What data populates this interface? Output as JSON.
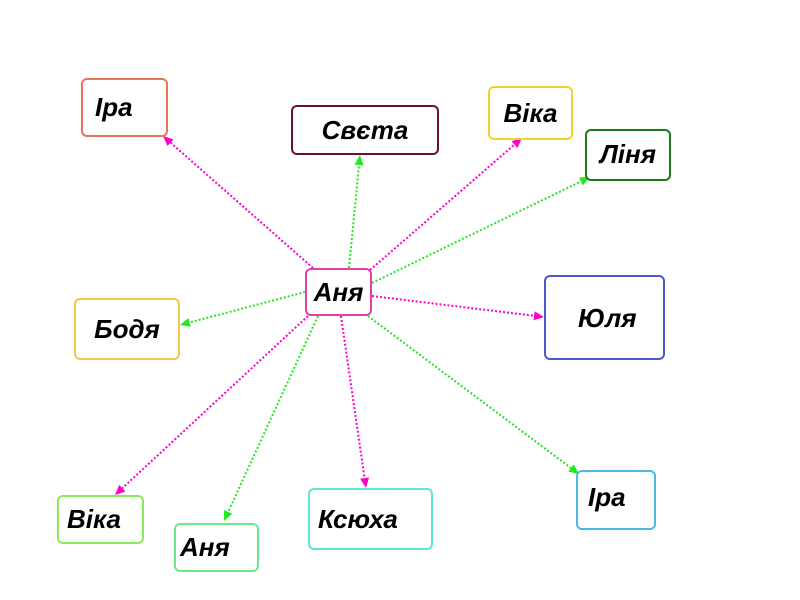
{
  "nodes": [
    {
      "id": "center",
      "label": "Аня",
      "color": "#e040a8"
    },
    {
      "id": "ira_top",
      "label": "Іра",
      "color": "#e8735a"
    },
    {
      "id": "sveta",
      "label": "Свєта",
      "color": "#6a1038"
    },
    {
      "id": "vika_top",
      "label": "Віка",
      "color": "#f2d22e"
    },
    {
      "id": "linia",
      "label": "Ліня",
      "color": "#1a7a1a"
    },
    {
      "id": "bodia",
      "label": "Бодя",
      "color": "#f2c94c"
    },
    {
      "id": "yulia",
      "label": "Юля",
      "color": "#4a5ac8"
    },
    {
      "id": "vika_bottom",
      "label": "Віка",
      "color": "#8aea5a"
    },
    {
      "id": "ania_bottom",
      "label": "Аня",
      "color": "#6ae88a"
    },
    {
      "id": "ksiukha",
      "label": "Ксюха",
      "color": "#5ae8d0"
    },
    {
      "id": "ira_bottom",
      "label": "Іра",
      "color": "#4ab8e8"
    }
  ],
  "edges": [
    {
      "to": "ira_top",
      "color": "#ff00cc"
    },
    {
      "to": "sveta",
      "color": "#22e822"
    },
    {
      "to": "vika_top",
      "color": "#ff00cc"
    },
    {
      "to": "linia",
      "color": "#22e822"
    },
    {
      "to": "bodia",
      "color": "#22e822"
    },
    {
      "to": "yulia",
      "color": "#ff00cc"
    },
    {
      "to": "vika_bottom",
      "color": "#ff00cc"
    },
    {
      "to": "ania_bottom",
      "color": "#22e822"
    },
    {
      "to": "ksiukha",
      "color": "#ff00cc"
    },
    {
      "to": "ira_bottom",
      "color": "#22e822"
    }
  ]
}
